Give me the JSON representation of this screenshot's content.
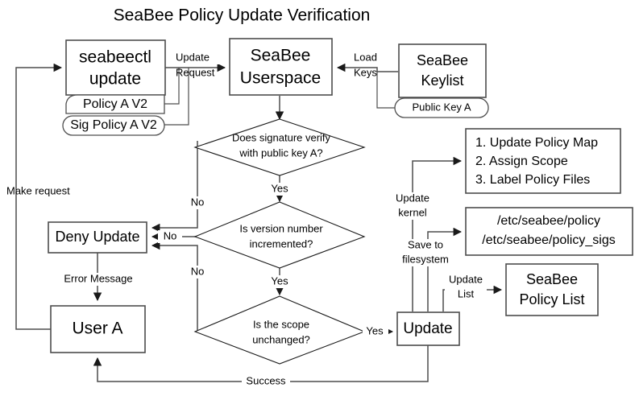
{
  "diagram": {
    "title": "SeaBee Policy Update Verification",
    "type": "flowchart",
    "background": "#ffffff",
    "stroke_color": "#4d4d4d",
    "text_color": "#000000",
    "nodes": {
      "seabeectl": {
        "line1": "seabeectl",
        "line2": "update"
      },
      "policy_a_v2": {
        "label": "Policy A V2"
      },
      "sig_policy_a_v2": {
        "label": "Sig Policy A V2"
      },
      "userspace": {
        "line1": "SeaBee",
        "line2": "Userspace"
      },
      "keylist": {
        "line1": "SeaBee",
        "line2": "Keylist"
      },
      "public_key_a": {
        "label": "Public Key A"
      },
      "decision_signature": {
        "line1": "Does signature verify",
        "line2": "with public key A?"
      },
      "decision_version": {
        "line1": "Is version number",
        "line2": "incremented?"
      },
      "decision_scope": {
        "line1": "Is the scope",
        "line2": "unchanged?"
      },
      "deny_update": {
        "label": "Deny Update"
      },
      "user_a": {
        "label": "User A"
      },
      "update": {
        "label": "Update"
      },
      "kernel_actions": {
        "line1": "1. Update Policy Map",
        "line2": "2. Assign Scope",
        "line3": "3. Label Policy Files"
      },
      "filesystem_paths": {
        "line1": "/etc/seabee/policy",
        "line2": "/etc/seabee/policy_sigs"
      },
      "policy_list": {
        "line1": "SeaBee",
        "line2": "Policy List"
      }
    },
    "edge_labels": {
      "make_request": "Make request",
      "update_request_1": "Update",
      "update_request_2": "Request",
      "load_keys_1": "Load",
      "load_keys_2": "Keys",
      "yes_1": "Yes",
      "yes_2": "Yes",
      "yes_3": "Yes",
      "no_1": "No",
      "no_2": "No",
      "no_3": "No",
      "error_message": "Error Message",
      "success": "Success",
      "update_kernel_1": "Update",
      "update_kernel_2": "kernel",
      "save_to_fs_1": "Save to",
      "save_to_fs_2": "filesystem",
      "update_list_1": "Update",
      "update_list_2": "List"
    }
  }
}
